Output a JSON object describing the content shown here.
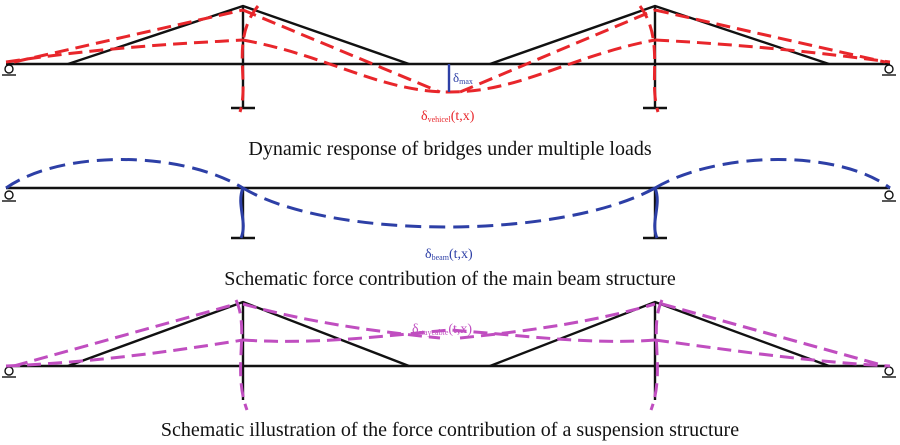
{
  "colors": {
    "structure": "#111111",
    "vehicle": "#e8262b",
    "beam": "#2d3fa6",
    "staycable": "#c04ec0"
  },
  "panels": [
    {
      "caption": "Dynamic response of bridges under multiple loads",
      "label_main": "δ",
      "label_sub": "vehicel",
      "label_args": "(t,x)",
      "max_main": "δ",
      "max_sub": "max"
    },
    {
      "caption": "Schematic force contribution of the main beam structure",
      "label_main": "δ",
      "label_sub": "beam",
      "label_args": "(t,x)"
    },
    {
      "caption": "Schematic illustration of the force contribution of a suspension structure",
      "label_main": "δ",
      "label_sub": "staycable",
      "label_args": "(t,x)"
    }
  ]
}
